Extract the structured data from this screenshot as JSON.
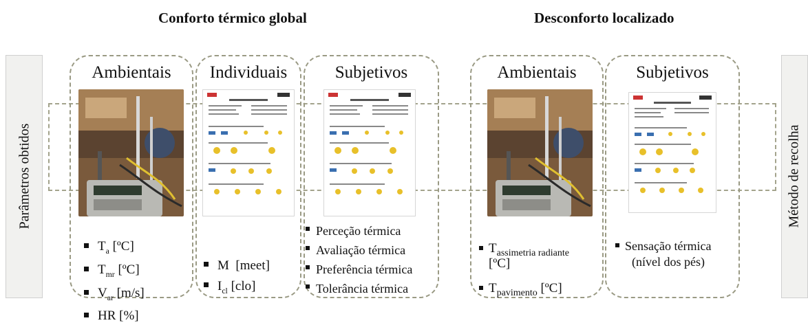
{
  "headings": {
    "global": "Conforto térmico global",
    "local": "Desconforto localizado"
  },
  "side_labels": {
    "left": "Parâmetros obtidos",
    "right": "Método de recolha"
  },
  "columns": {
    "ambientais_1": {
      "title": "Ambientais",
      "params": [
        {
          "base": "T",
          "sub": "a",
          "unit": " [ºC]"
        },
        {
          "base": "T",
          "sub": "mr",
          "unit": " [ºC]"
        },
        {
          "base": "V",
          "sub": "ar",
          "unit": " [m/s]"
        },
        {
          "base": "HR [%]",
          "sub": "",
          "unit": ""
        }
      ]
    },
    "individuais": {
      "title": "Individuais",
      "params": [
        {
          "base": "M  [meet]",
          "sub": "",
          "unit": ""
        },
        {
          "base": "I",
          "sub": "cl",
          "unit": " [clo]"
        }
      ]
    },
    "subjetivos_1": {
      "title": "Subjetivos",
      "params": [
        "Perceção térmica",
        "Avaliação térmica",
        "Preferência térmica",
        "Tolerância térmica"
      ]
    },
    "ambientais_2": {
      "title": "Ambientais",
      "params": [
        {
          "base": "T",
          "sub": "assimetria radiante",
          "unit": ""
        },
        {
          "base": "[ºC]",
          "sub": "",
          "unit": ""
        },
        {
          "base": "T",
          "sub": "pavimento",
          "unit": " [ºC]"
        }
      ]
    },
    "subjetivos_2": {
      "title": "Subjetivos",
      "params": [
        "Sensação térmica",
        "(nível dos pés)"
      ]
    }
  },
  "colors": {
    "dashed_border": "#9a9a84",
    "strip_bg": "#f1f1ef"
  }
}
